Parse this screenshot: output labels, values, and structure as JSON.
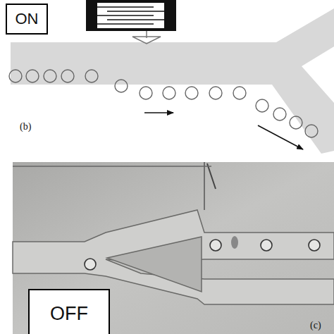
{
  "diagram": {
    "nodes": [
      {
        "text": [
          "ON"
        ]
      },
      {
        "text": [
          "OFF"
        ]
      }
    ],
    "labels": [
      "(b)",
      "(c)"
    ]
  }
}
